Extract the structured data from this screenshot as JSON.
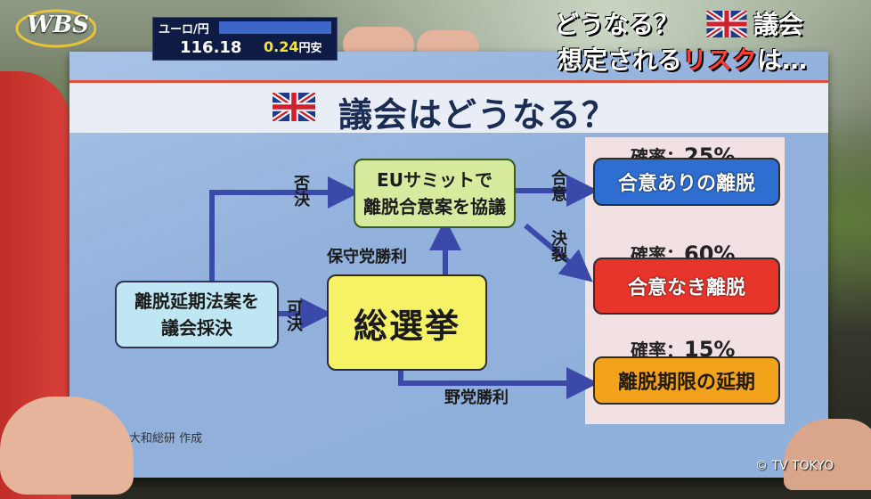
{
  "broadcast": {
    "logo": "WBS",
    "ticker_title": "ユーロ/円",
    "ticker_value": "116.18",
    "ticker_change": "0.24",
    "ticker_change_suffix": "円安",
    "caption_line1_a": "どうなる？",
    "caption_line1_b": "議会",
    "caption_line2_a": "想定される",
    "caption_line2_risk": "リスク",
    "caption_line2_b": "は…",
    "copyright": "© TV TOKYO"
  },
  "board": {
    "title": "議会はどうなる？",
    "source": "大和総研 作成",
    "nodes": {
      "extension_bill_line1": "離脱延期法案を",
      "extension_bill_line2": "議会採決",
      "election": "総選挙",
      "summit_line1": "EUサミットで",
      "summit_line2": "離脱合意案を協議"
    },
    "edges": {
      "rejected": "否決",
      "passed": "可決",
      "conservative_win": "保守党勝利",
      "opposition_win": "野党勝利",
      "agreement": "合意",
      "breakdown": "決裂"
    },
    "outcomes": [
      {
        "prob_label": "確率：",
        "prob_value": "25%",
        "label": "合意ありの離脱"
      },
      {
        "prob_label": "確率：",
        "prob_value": "60%",
        "label": "合意なき離脱"
      },
      {
        "prob_label": "確率：",
        "prob_value": "15%",
        "label": "離脱期限の延期"
      }
    ]
  },
  "colors": {
    "outcome1": "#2e6ed0",
    "outcome2": "#e8352b",
    "outcome3": "#f2a31b",
    "arrow": "#3b4aa8"
  }
}
